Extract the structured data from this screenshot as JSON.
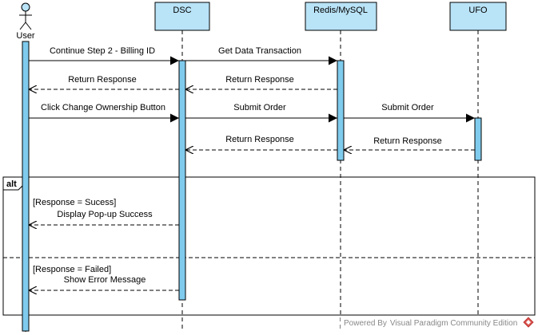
{
  "actor": {
    "label": "User"
  },
  "participants": {
    "dsc": "DSC",
    "redis": "Redis/MySQL",
    "ufo": "UFO"
  },
  "messages": {
    "m1": "Continue Step 2 - Billing ID",
    "m2": "Get Data Transaction",
    "m3": "Return Response",
    "m4": "Return Response",
    "m5": "Click Change Ownership Button",
    "m6": "Submit Order",
    "m7": "Submit Order",
    "m8": "Return Response",
    "m9": "Return Response",
    "m10": "Display Pop-up Success",
    "m11": "Show Error Message"
  },
  "alt_frame": {
    "keyword": "alt",
    "guard1": "[Response = Sucess]",
    "guard2": "[Response = Failed]"
  },
  "footer": {
    "text": "Powered By  Visual Paradigm Community Edition"
  }
}
